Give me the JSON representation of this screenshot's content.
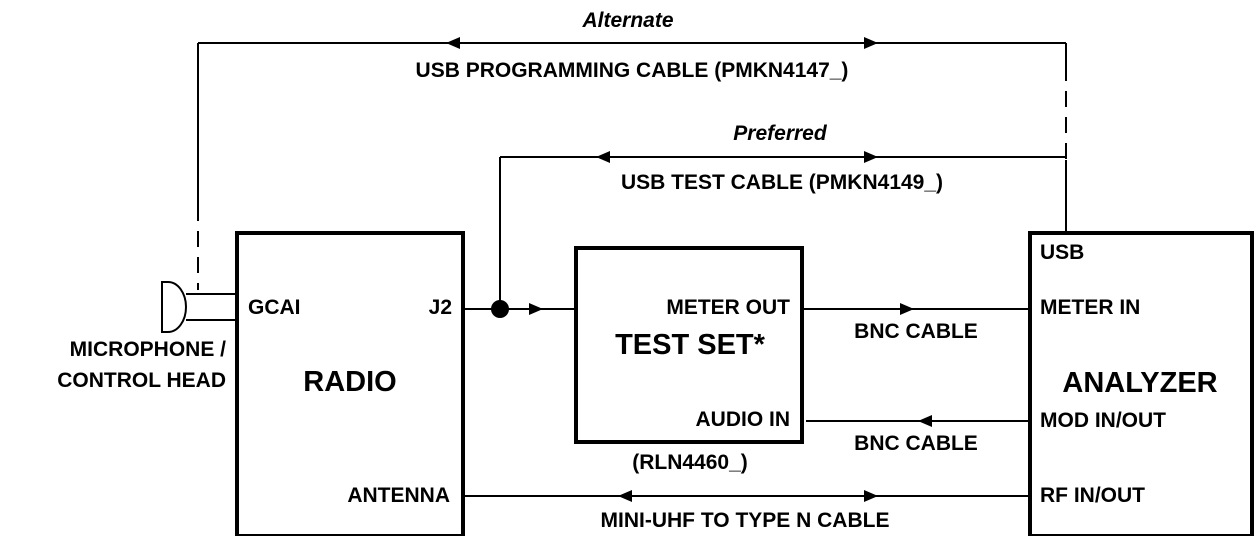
{
  "cables": {
    "alternate": {
      "tag": "Alternate",
      "label": "USB PROGRAMMING CABLE (PMKN4147_)"
    },
    "preferred": {
      "tag": "Preferred",
      "label": "USB TEST CABLE (PMKN4149_)"
    },
    "meter_bnc": "BNC CABLE",
    "audio_bnc": "BNC CABLE",
    "rf": "MINI-UHF TO TYPE N CABLE"
  },
  "microphone": {
    "line1": "MICROPHONE /",
    "line2": "CONTROL HEAD"
  },
  "radio": {
    "title": "RADIO",
    "port_gcai": "GCAI",
    "port_j2": "J2",
    "port_antenna": "ANTENNA"
  },
  "test_set": {
    "title": "TEST SET*",
    "port_meter_out": "METER OUT",
    "port_audio_in": "AUDIO IN",
    "part_number": "(RLN4460_)"
  },
  "analyzer": {
    "title": "ANALYZER",
    "port_usb": "USB",
    "port_meter_in": "METER IN",
    "port_mod": "MOD IN/OUT",
    "port_rf": "RF IN/OUT"
  }
}
